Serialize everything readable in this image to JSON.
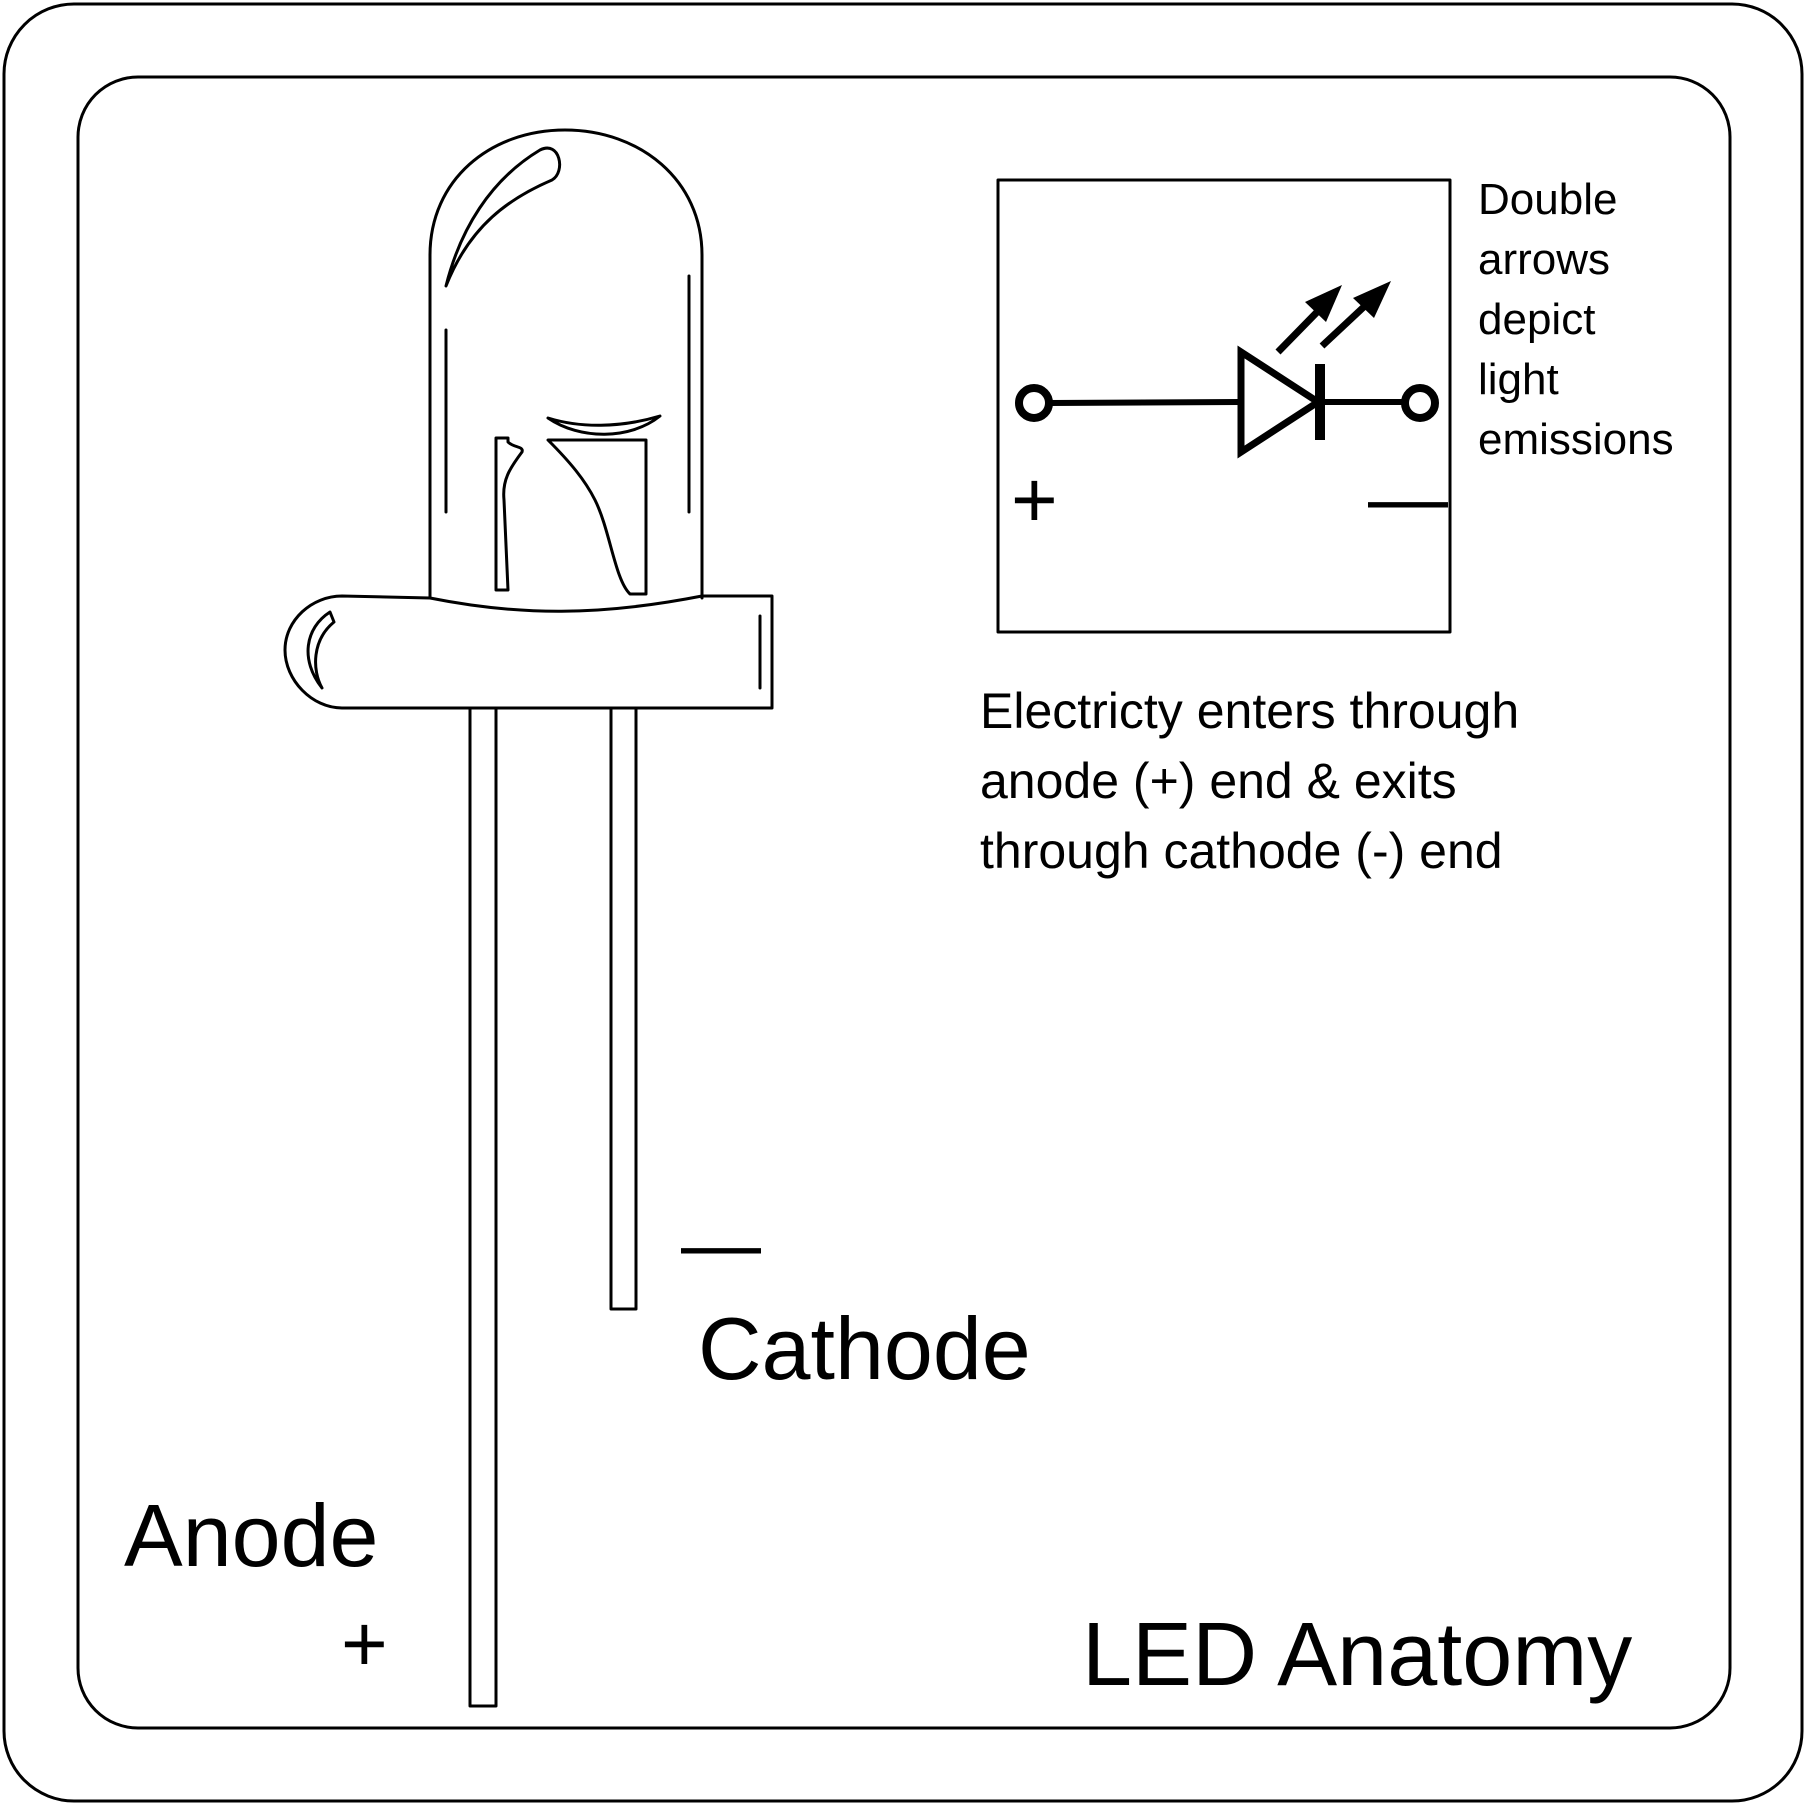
{
  "title": "LED Anatomy",
  "labels": {
    "anode": "Anode",
    "cathode": "Cathode",
    "plus": "+",
    "minus": "—"
  },
  "symbol_box": {
    "plus": "+",
    "minus": "—",
    "note_lines": [
      "Double",
      "arrows",
      "depict",
      "light",
      "emissions"
    ]
  },
  "description_lines": [
    "Electricty enters through",
    "anode (+) end & exits",
    "through cathode (-) end"
  ],
  "colors": {
    "line": "#000000",
    "background": "#ffffff"
  }
}
